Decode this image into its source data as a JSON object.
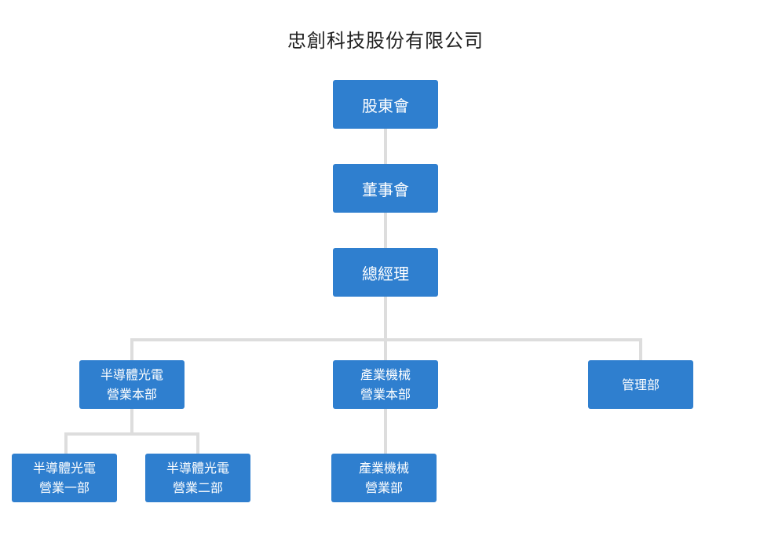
{
  "title": "忠創科技股份有限公司",
  "colors": {
    "node_fill": "#2f7fcf",
    "node_text": "#ffffff",
    "connector": "#dddddd",
    "title_text": "#222222"
  },
  "nodes": {
    "shareholders": {
      "lines": [
        "股東會"
      ]
    },
    "board": {
      "lines": [
        "董事會"
      ]
    },
    "gm": {
      "lines": [
        "總經理"
      ]
    },
    "semi_hq": {
      "lines": [
        "半導體光電",
        "營業本部"
      ]
    },
    "industrial_hq": {
      "lines": [
        "產業機械",
        "營業本部"
      ]
    },
    "admin": {
      "lines": [
        "管理部"
      ]
    },
    "semi_div1": {
      "lines": [
        "半導體光電",
        "營業一部"
      ]
    },
    "semi_div2": {
      "lines": [
        "半導體光電",
        "營業二部"
      ]
    },
    "industrial_div": {
      "lines": [
        "產業機械",
        "營業部"
      ]
    }
  }
}
